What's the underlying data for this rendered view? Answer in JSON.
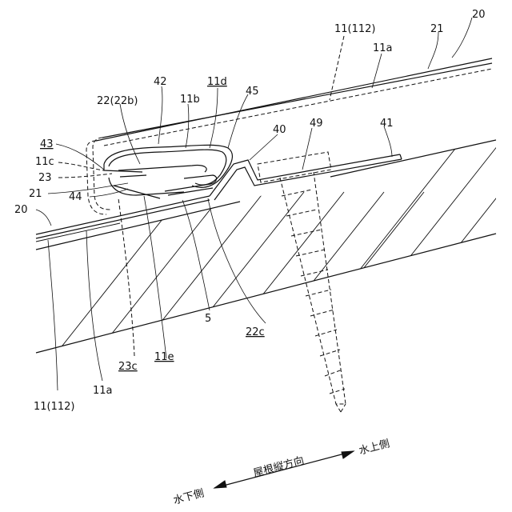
{
  "labels": {
    "n20_top": "20",
    "n21_top": "21",
    "n11_112_top": "11(112)",
    "n11a_top": "11a",
    "n42": "42",
    "n11d": "11d",
    "n22_22b": "22(22b)",
    "n11b": "11b",
    "n45": "45",
    "n40": "40",
    "n49": "49",
    "n41": "41",
    "n43": "43",
    "n11c": "11c",
    "n23": "23",
    "n21_left": "21",
    "n44": "44",
    "n20_left": "20",
    "n22c": "22c",
    "n5": "5",
    "n23c": "23c",
    "n11e": "11e",
    "n11a_bottom": "11a",
    "n11_112_bottom": "11(112)"
  },
  "direction": {
    "center": "屋根縦方向",
    "upper": "水上側",
    "lower": "水下側"
  }
}
